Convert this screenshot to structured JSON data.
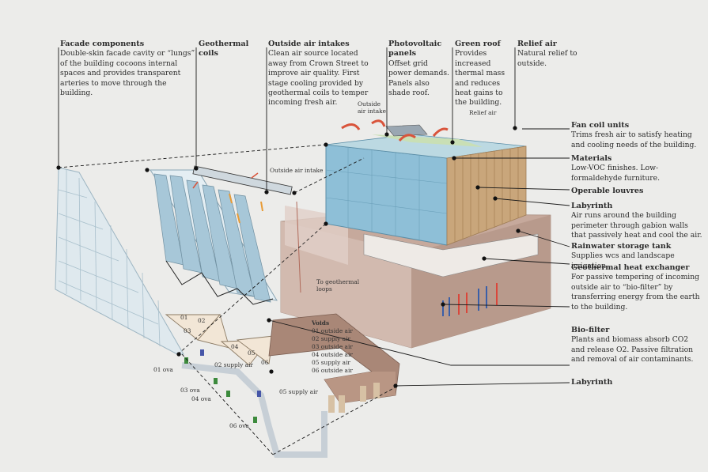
{
  "callouts_top": [
    {
      "title": "Facade components",
      "body": "Double-skin facade cavity or “lungs” of the building cocoons internal spaces and provides transparent arteries to move through the building."
    },
    {
      "title": "Geothermal coils",
      "body": ""
    },
    {
      "title": "Outside air intakes",
      "body": "Clean air source located away from Crown Street to improve air quality. First stage cooling provided by geothermal coils to temper incoming fresh air."
    },
    {
      "title": "Photovoltaic panels",
      "body": "Offset grid power demands. Panels also shade roof."
    },
    {
      "title": "Green roof",
      "body": "Provides increased thermal mass and reduces heat gains to the building."
    },
    {
      "title": "Relief air",
      "body": "Natural relief to outside."
    }
  ],
  "callouts_right": [
    {
      "title": "Fan coil units",
      "body": "Trims fresh air to satisfy heating and cooling needs of the building."
    },
    {
      "title": "Materials",
      "body": "Low-VOC finishes. Low-formaldehyde furniture."
    },
    {
      "title": "Operable louvres",
      "body": ""
    },
    {
      "title": "Labyrinth",
      "body": "Air runs around the building perimeter through gabion walls that passively heat and cool the air."
    },
    {
      "title": "Rainwater storage tank",
      "body": "Supplies wcs and landscape irrigation."
    },
    {
      "title": "Geothermal heat exchanger",
      "body": "For passive tempering of incoming outside air to “bio-filter” by transferring energy from the earth to the building."
    },
    {
      "title": "Bio-filter",
      "body": "Plants and biomass absorb CO2 and release O2. Passive filtration and removal of air contaminants."
    },
    {
      "title": "Labyrinth",
      "body": ""
    }
  ],
  "small_labels": {
    "outside_air_intake_top": "Outside air intake",
    "relief_air": "Relief air",
    "outside_air_intake_mid": "Outside air intake",
    "to_geothermal": "To geothermal loops",
    "voids_title": "Voids",
    "voids": [
      "01 outside air",
      "02 supply air",
      "03 outside air",
      "04 outside air",
      "05 supply air",
      "06 outside air"
    ],
    "ova_01": "01 ova",
    "supply_02": "02 supply air",
    "ova_03": "03 ova",
    "ova_04": "04 ova",
    "supply_05": "05 supply air",
    "ova_06": "06 ova",
    "tri_01": "01",
    "tri_02": "02",
    "tri_03": "03",
    "tri_04": "04",
    "tri_05": "05",
    "tri_06": "06"
  },
  "colors": {
    "glass": "#8cbfd8",
    "wood": "#c8a77e",
    "brick": "#b79a8c",
    "pink_base": "#d8c3bb",
    "line": "#222222"
  }
}
